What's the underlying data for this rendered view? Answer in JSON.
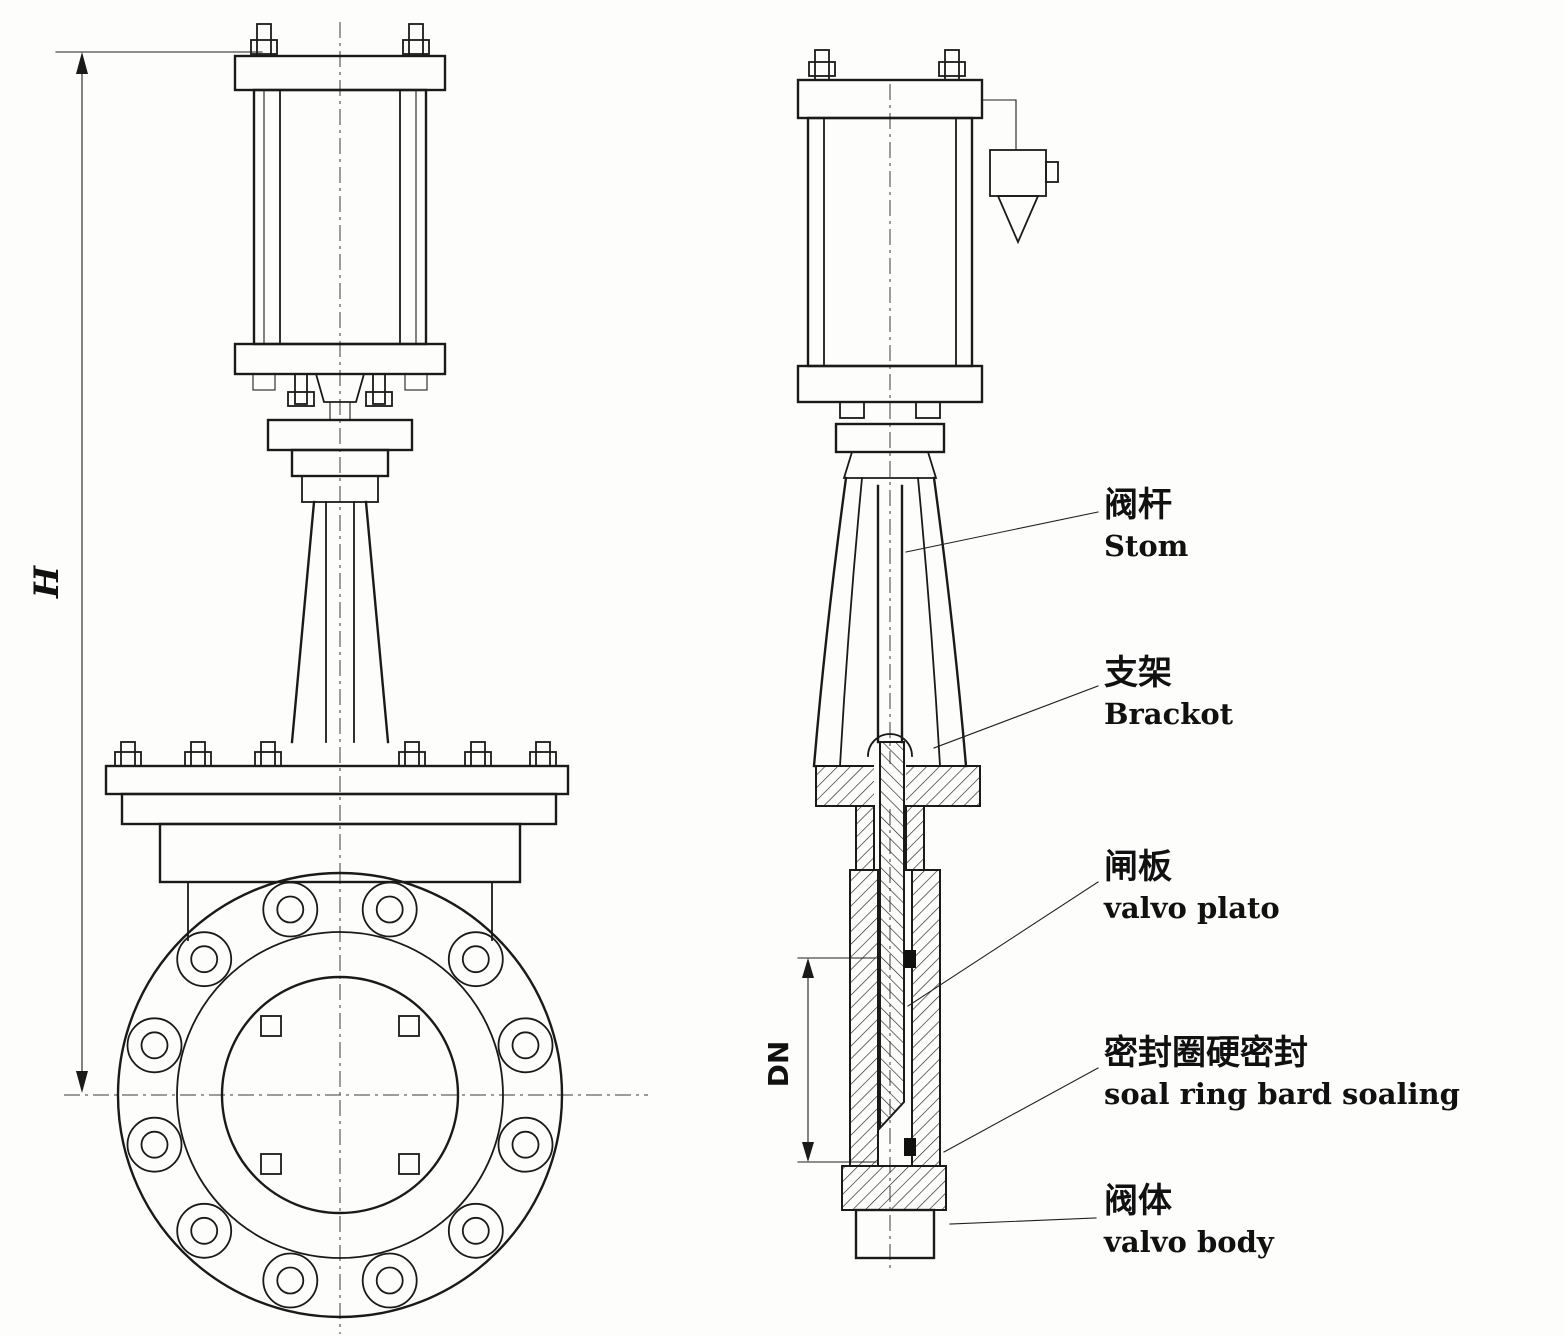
{
  "page": {
    "background": "#fdfdfc",
    "line_color": "#1a1a1a"
  },
  "drawing": {
    "type": "technical-diagram",
    "subject": "knife gate valve with pneumatic cylinder actuator, front view and sectional side view",
    "dimensions": {
      "height": "H",
      "nominal_bore": "DN"
    },
    "callouts": {
      "stem": {
        "zh": "阀杆",
        "en": "Stom"
      },
      "bracket": {
        "zh": "支架",
        "en": "Brackot"
      },
      "valve_plate": {
        "zh": "闸板",
        "en": "valvo plato"
      },
      "seal_ring": {
        "zh": "密封圈硬密封",
        "en": "soal ring bard soaling"
      },
      "valve_body": {
        "zh": "阀体",
        "en": "valvo body"
      }
    }
  }
}
